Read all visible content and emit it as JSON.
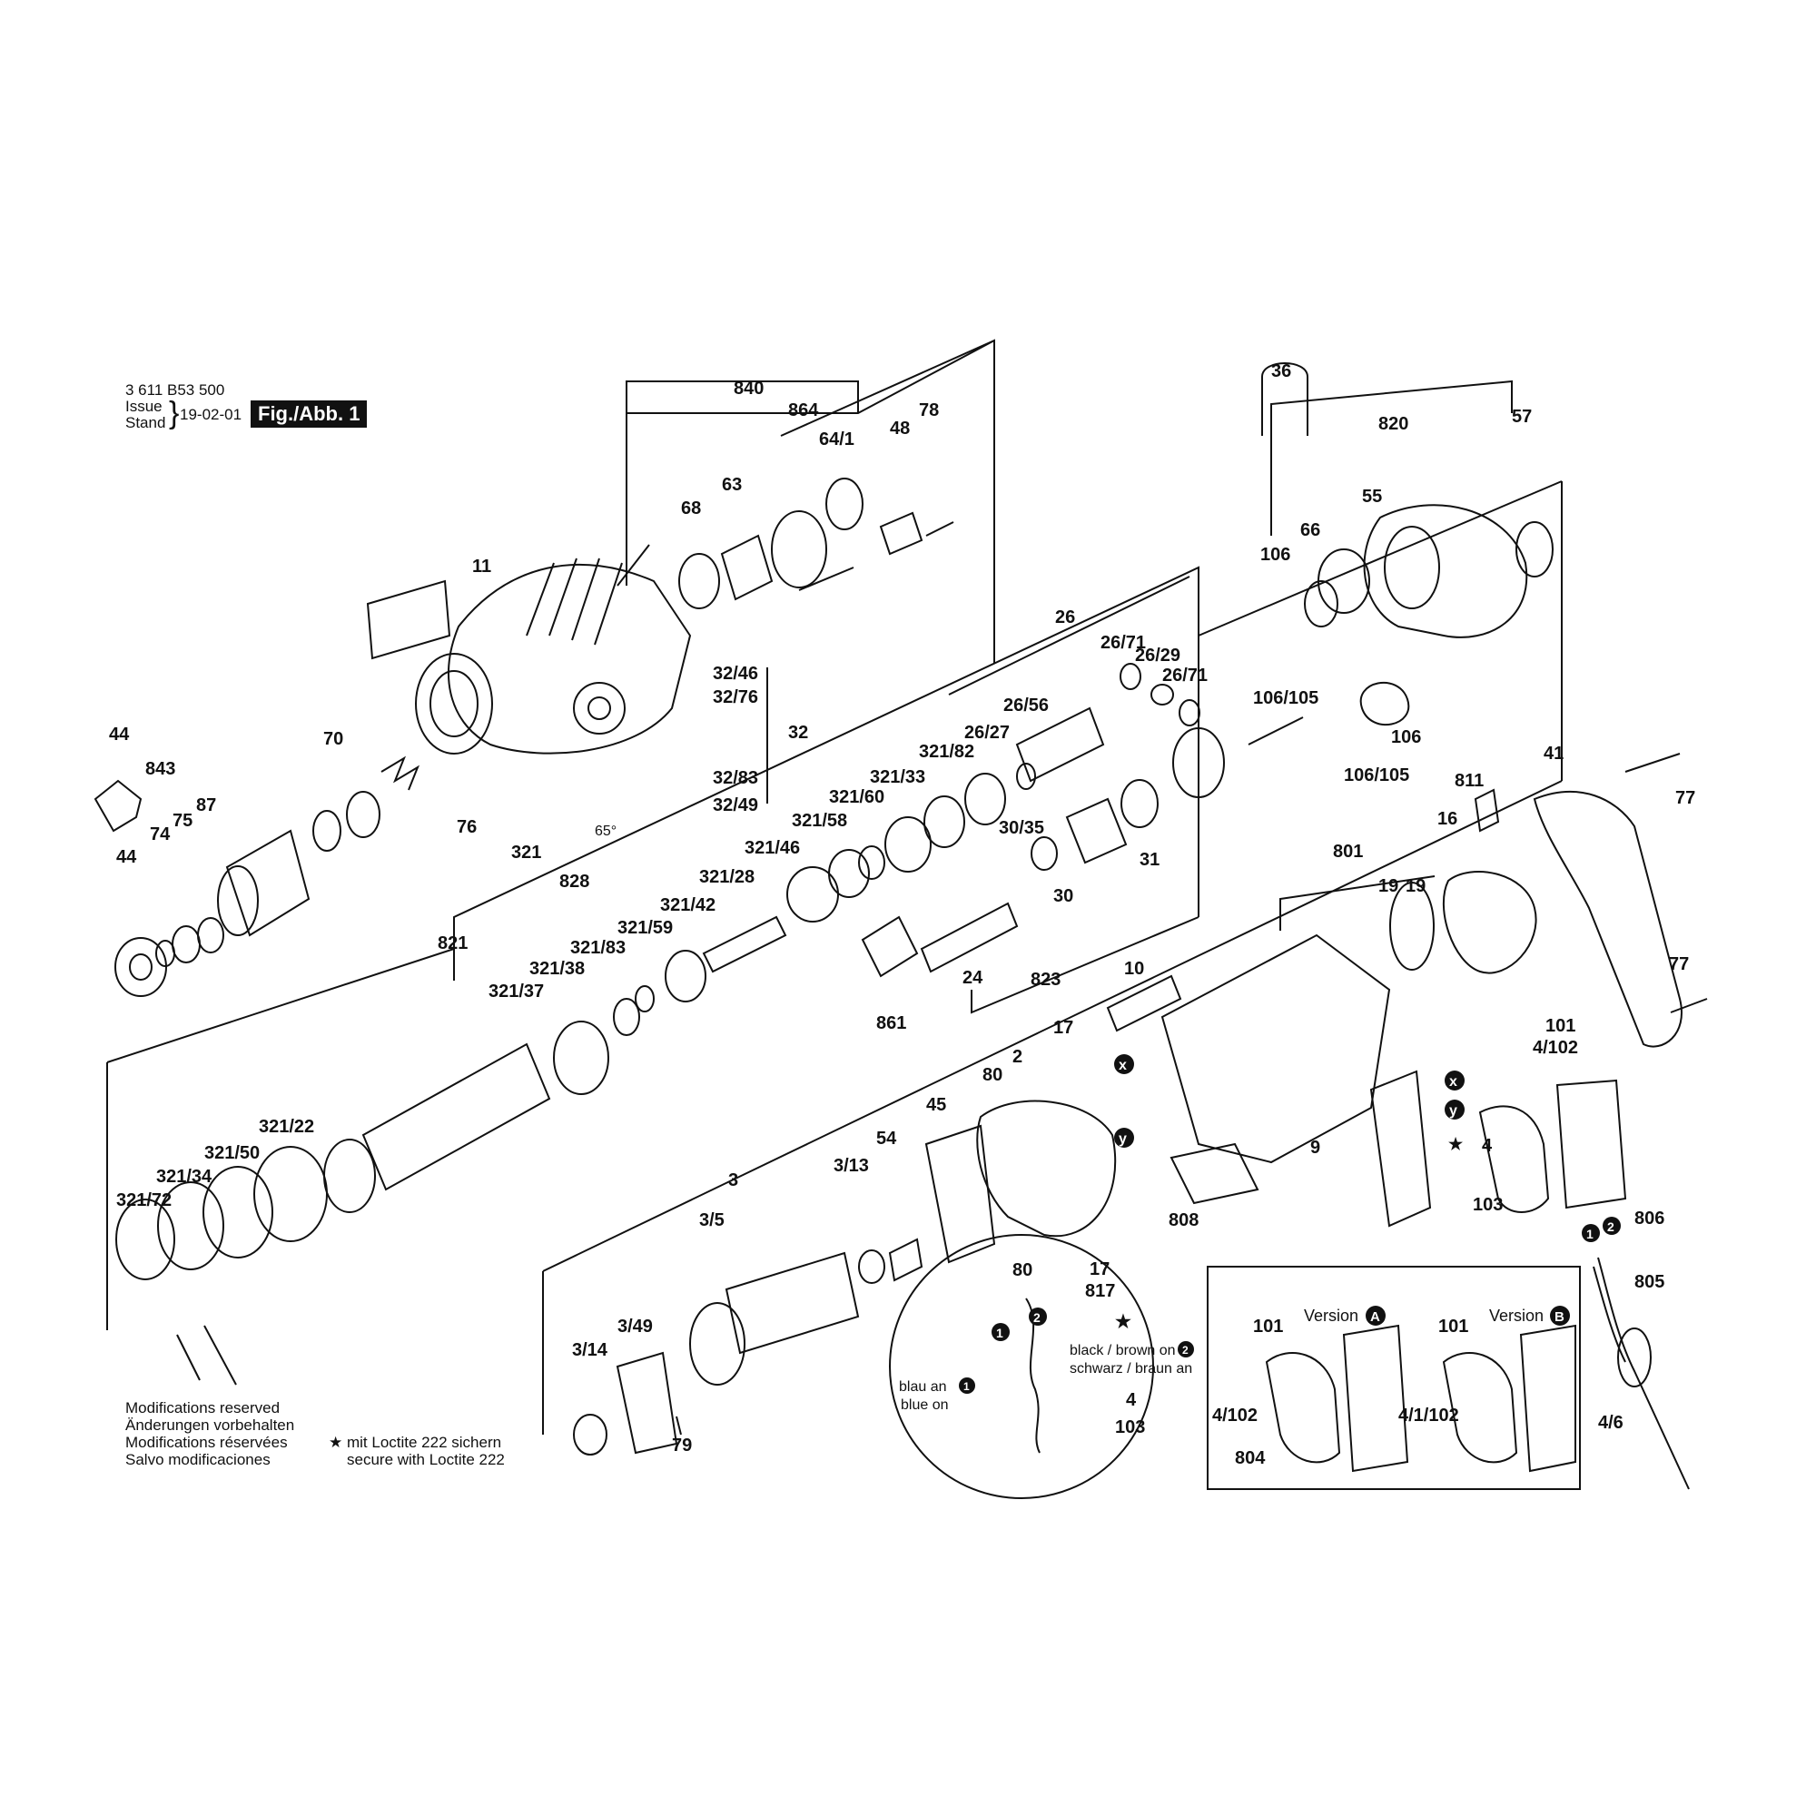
{
  "header": {
    "part_number": "3 611 B53 500",
    "issue_label": "Issue",
    "stand_label": "Stand",
    "date": "19-02-01",
    "figure": "Fig./Abb. 1"
  },
  "callouts": [
    "840",
    "864",
    "48",
    "78",
    "64/1",
    "63",
    "68",
    "11",
    "36",
    "820",
    "57",
    "55",
    "66",
    "106",
    "26",
    "26/71",
    "26/29",
    "26/71",
    "26/56",
    "26/27",
    "106/105",
    "106",
    "106/105",
    "32/46",
    "32/76",
    "32",
    "32/83",
    "32/49",
    "76",
    "44",
    "843",
    "70",
    "74",
    "75",
    "87",
    "44",
    "321",
    "828",
    "321/82",
    "321/33",
    "321/60",
    "321/58",
    "321/46",
    "321/28",
    "321/42",
    "321/59",
    "321/83",
    "321/38",
    "321/37",
    "821",
    "30/35",
    "31",
    "30",
    "24",
    "861",
    "823",
    "41",
    "77",
    "77",
    "811",
    "16",
    "801",
    "19",
    "19",
    "10",
    "17",
    "2",
    "80",
    "45",
    "54",
    "3/13",
    "3",
    "3/5",
    "3/49",
    "3/14",
    "79",
    "80",
    "17",
    "817",
    "9",
    "808",
    "101",
    "4/102",
    "4",
    "103",
    "806",
    "805",
    "4/6",
    "321/22",
    "321/50",
    "321/34",
    "321/72",
    "4",
    "103",
    "101",
    "4/102",
    "804",
    "101",
    "4/1/102"
  ],
  "markers": {
    "one": "1",
    "two": "2",
    "x": "x",
    "y": "y",
    "star": "★"
  },
  "notes": {
    "blue_de": "blau an",
    "blue_en": "blue on",
    "black_en": "black / brown on",
    "black_de": "schwarz / braun an",
    "version_a_label": "Version",
    "version_a_letter": "A",
    "version_b_label": "Version",
    "version_b_letter": "B",
    "angle": "65°"
  },
  "footer": {
    "mod_en": "Modifications reserved",
    "mod_de": "Änderungen vorbehalten",
    "mod_fr": "Modifications réservées",
    "mod_es": "Salvo modificaciones",
    "loctite_de": "mit Loctite 222 sichern",
    "loctite_en": "secure with Loctite 222"
  }
}
